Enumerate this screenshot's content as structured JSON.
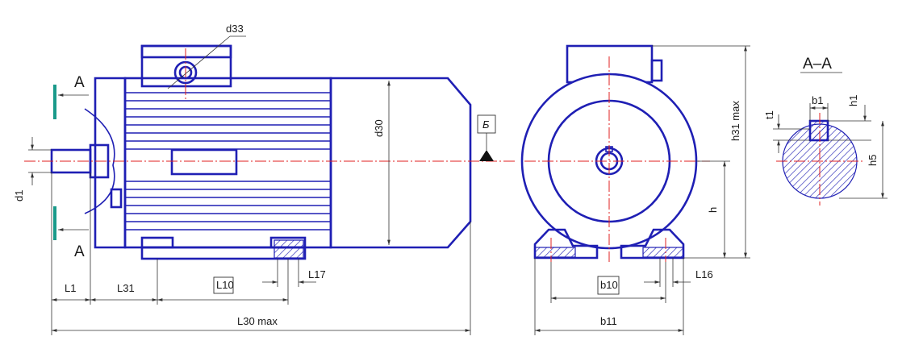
{
  "labels": {
    "section_mark_top": "А",
    "section_mark_bottom": "А",
    "section_title": "А–А",
    "datum": "Б",
    "d33": "d33",
    "d30": "d30",
    "d1": "d1",
    "L1": "L1",
    "L31": "L31",
    "L10": "L10",
    "L17": "L17",
    "L30": "L30 max",
    "b10": "b10",
    "b11": "b11",
    "L16": "L16",
    "h": "h",
    "h31": "h31 max",
    "b1": "b1",
    "h1": "h1",
    "t1": "t1",
    "h5": "h5"
  },
  "colors": {
    "outline": "#1f1fb4",
    "centerline": "#e02020",
    "dimension": "#333333",
    "section_marker": "#1a9a8a"
  }
}
